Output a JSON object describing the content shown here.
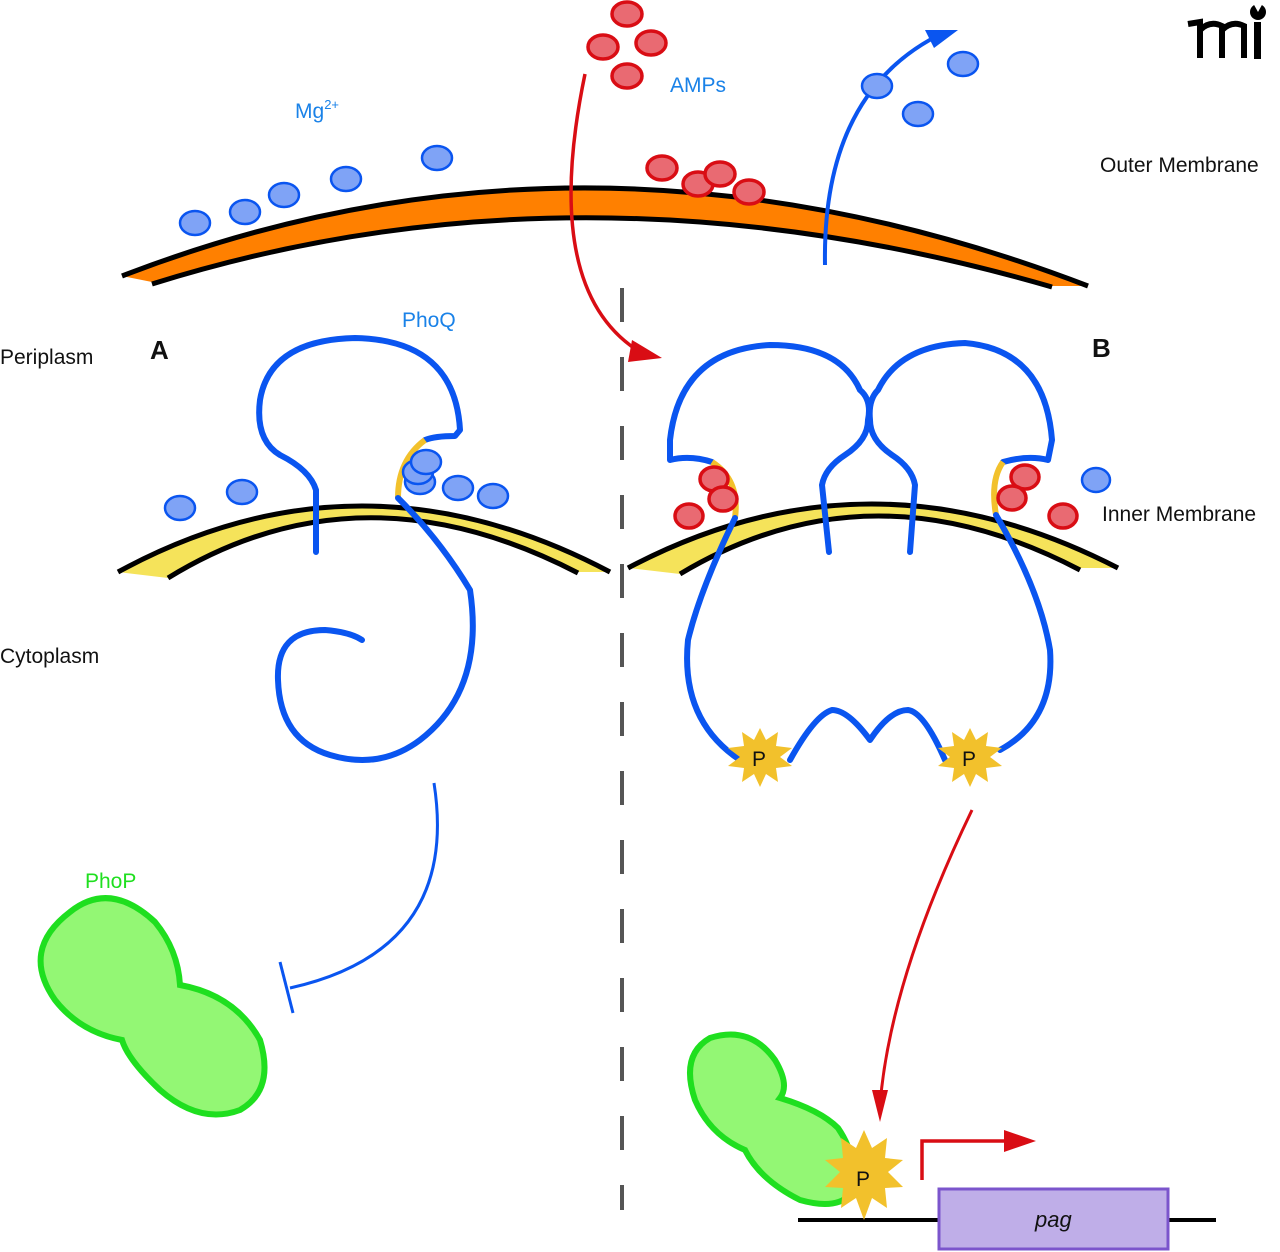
{
  "figure": {
    "logo": "mi",
    "regions": {
      "outer_membrane": "Outer Membrane",
      "inner_membrane": "Inner Membrane",
      "periplasm": "Periplasm",
      "cytoplasm": "Cytoplasm"
    },
    "panels": {
      "a": "A",
      "b": "B"
    },
    "molecules": {
      "mg": "Mg",
      "mg_charge": "2+",
      "amps": "AMPs",
      "phoq": "PhoQ",
      "phop": "PhoP",
      "phosphate": "P",
      "gene": "pag"
    },
    "colors": {
      "outer_membrane": "#ff8000",
      "inner_membrane": "#f5e35a",
      "phoq": "#0a55f0",
      "mg_ion": "#7fa3f6",
      "amp": "#e96a72",
      "amp_stroke": "#d90d14",
      "phop_fill": "#93f774",
      "phop_stroke": "#1fdf1f",
      "phosphate": "#f2c12c",
      "gene_box": "#bfaee8",
      "gene_box_stroke": "#7b55cc",
      "divider": "#555555"
    }
  }
}
